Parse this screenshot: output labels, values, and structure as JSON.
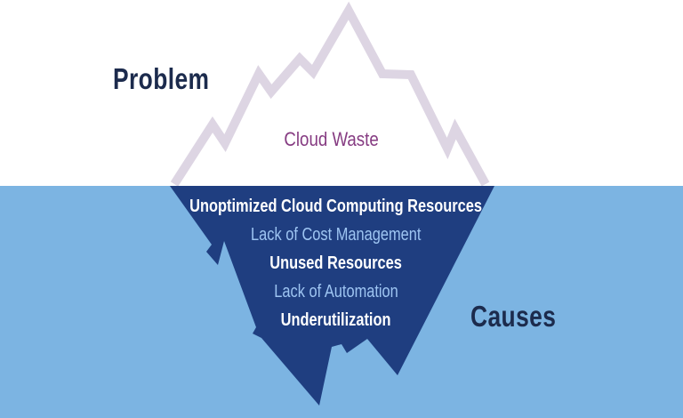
{
  "diagram": {
    "problem_label": "Problem",
    "problem_item": "Cloud Waste",
    "causes_label": "Causes",
    "causes": [
      "Unoptimized Cloud Computing Resources",
      "Lack of Cost Management",
      "Unused Resources",
      "Lack of Automation",
      "Underutilization"
    ]
  },
  "colors": {
    "water": "#7CB4E2",
    "berg_below": "#1F3E80",
    "berg_outline": "#DDD5E3",
    "heading": "#1C2B4D",
    "cloud_waste": "#863C82",
    "cause_white": "#FFFFFF",
    "cause_alt": "#9EC5F2"
  }
}
